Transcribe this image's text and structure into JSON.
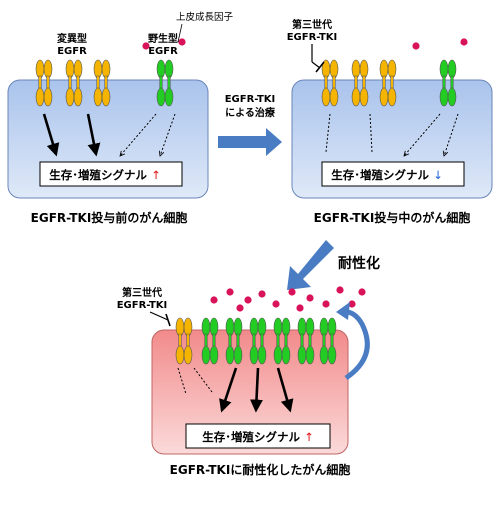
{
  "panel_before": {
    "label_mutant": [
      "変異型",
      "EGFR"
    ],
    "label_wildtype": [
      "野生型",
      "EGFR"
    ],
    "label_egf": "上皮成長因子",
    "signal": "生存･増殖シグナル",
    "signal_arrow": "↑",
    "caption": "EGFR-TKI投与前のがん細胞"
  },
  "transition_treatment": [
    "EGFR-TKI",
    "による治療"
  ],
  "panel_during": {
    "label_drug": [
      "第三世代",
      "EGFR-TKI"
    ],
    "signal": "生存･増殖シグナル",
    "signal_arrow": "↓",
    "caption": "EGFR-TKI投与中のがん細胞"
  },
  "transition_resistance": "耐性化",
  "panel_resistant": {
    "label_drug": [
      "第三世代",
      "EGFR-TKI"
    ],
    "signal": "生存･増殖シグナル",
    "signal_arrow": "↑",
    "caption": "EGFR-TKIに耐性化したがん細胞"
  },
  "colors": {
    "mutant": "#f5b400",
    "wildtype": "#22cc22",
    "ligand": "#d9135a",
    "cell_blue": "#9db9e6",
    "cell_red": "#f08a8a",
    "arrow_blue": "#4a7cc4",
    "up_arrow": "#e01010",
    "down_arrow": "#1a5fd6"
  }
}
